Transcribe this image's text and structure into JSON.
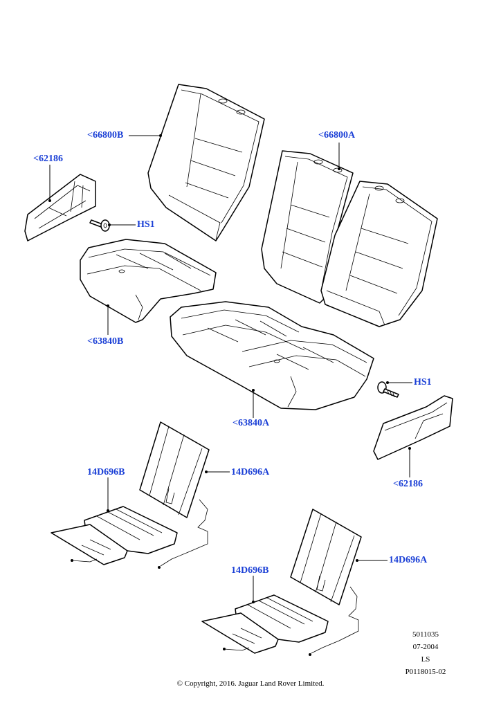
{
  "diagram": {
    "callouts": [
      {
        "id": "c-66800b",
        "text": "<66800B"
      },
      {
        "id": "c-66800a",
        "text": "<66800A"
      },
      {
        "id": "c-62186-left",
        "text": "<62186"
      },
      {
        "id": "c-hs1-left",
        "text": "HS1"
      },
      {
        "id": "c-63840b",
        "text": "<63840B"
      },
      {
        "id": "c-63840a",
        "text": "<63840A"
      },
      {
        "id": "c-hs1-right",
        "text": "HS1"
      },
      {
        "id": "c-62186-right",
        "text": "<62186"
      },
      {
        "id": "c-14d696b-top",
        "text": "14D696B"
      },
      {
        "id": "c-14d696a-top",
        "text": "14D696A"
      },
      {
        "id": "c-14d696b-bottom",
        "text": "14D696B"
      },
      {
        "id": "c-14d696a-bottom",
        "text": "14D696A"
      }
    ],
    "meta": {
      "number": "5011035",
      "date": "07-2004",
      "code": "LS",
      "ref": "P0118015-02"
    },
    "copyright": "© Copyright, 2016. Jaguar Land Rover Limited."
  },
  "colors": {
    "callout_text": "#1a3fd6",
    "line": "#000000",
    "background": "#ffffff"
  }
}
